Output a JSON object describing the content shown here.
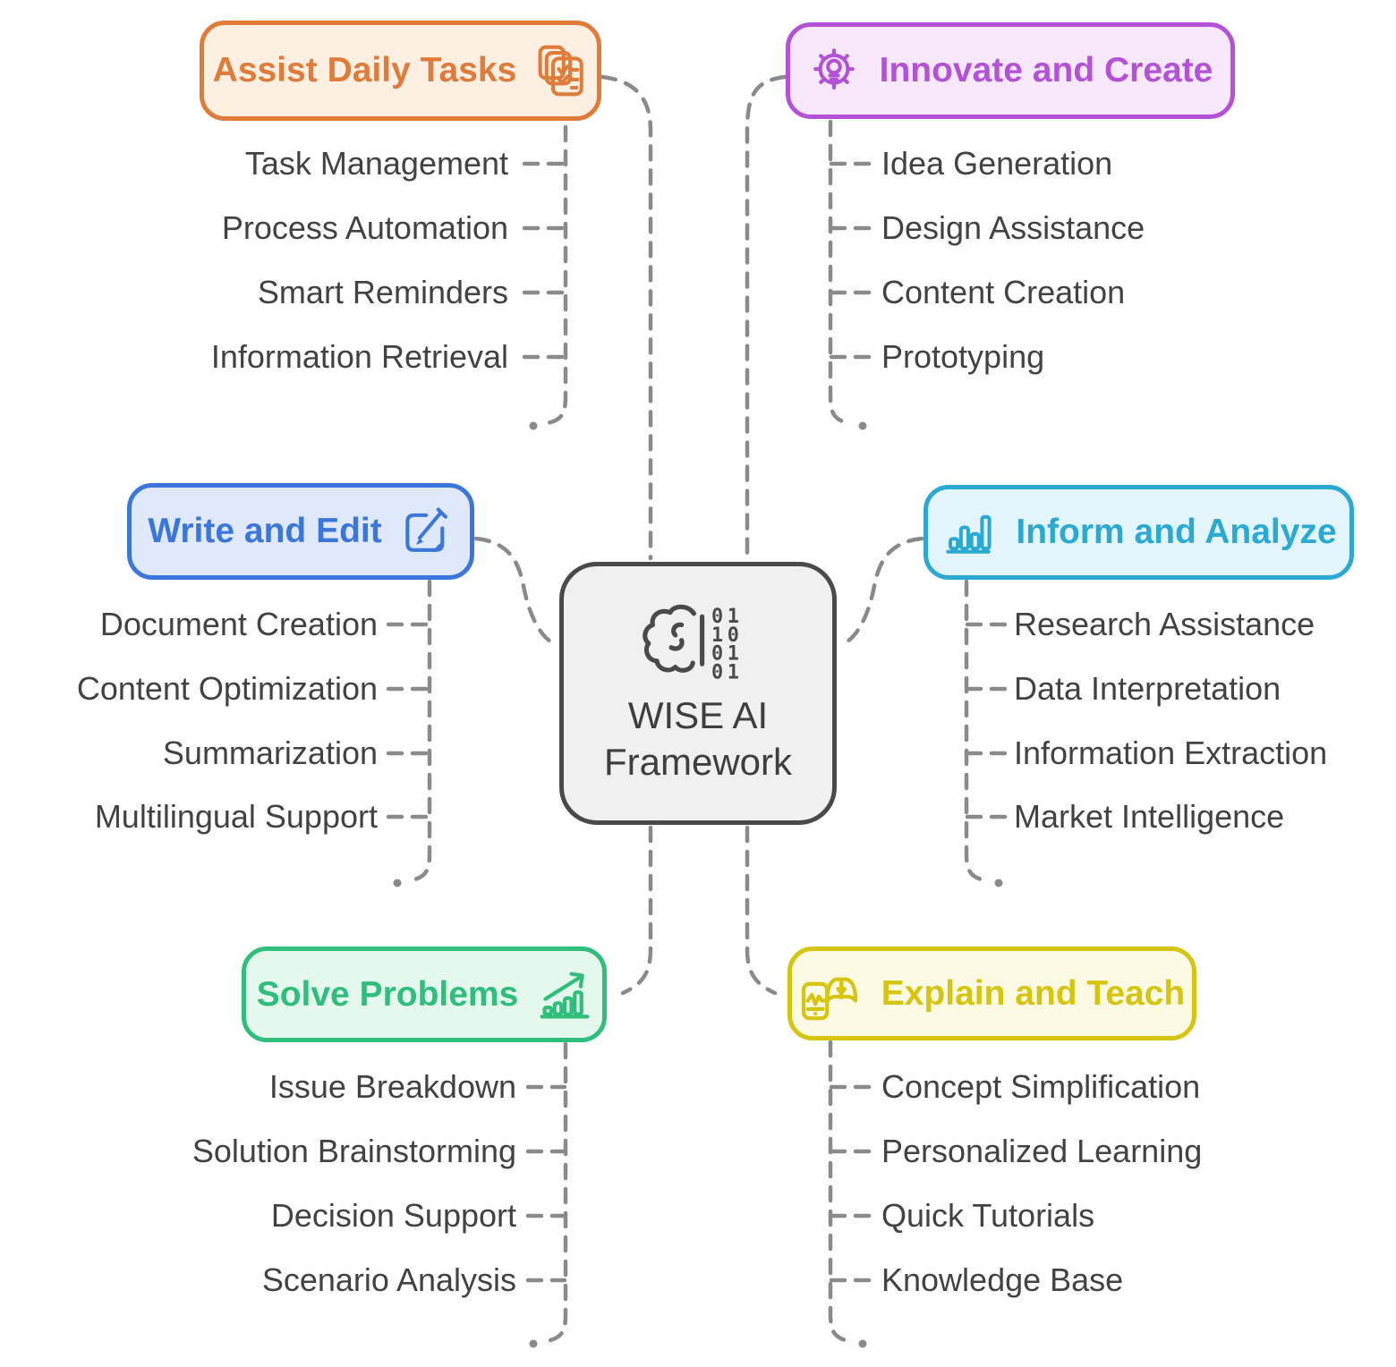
{
  "diagram": {
    "center": {
      "title_line1": "WISE AI",
      "title_line2": "Framework",
      "icon": "brain-binary-icon",
      "binary_rows": [
        "01",
        "10",
        "01",
        "01"
      ],
      "border_color": "#4A4A4A",
      "background": "#F0F0F0"
    },
    "connector_color": "#8A8A8A",
    "item_text_color": "#424242",
    "groups": [
      {
        "id": "assist-daily-tasks",
        "label": "Assist Daily Tasks",
        "icon": "tasks-checklist-icon",
        "accent": "#E07B39",
        "background": "#FDF0E3",
        "items": [
          "Task Management",
          "Process Automation",
          "Smart Reminders",
          "Information Retrieval"
        ]
      },
      {
        "id": "innovate-and-create",
        "label": "Innovate and Create",
        "icon": "gear-lightbulb-icon",
        "accent": "#B352D6",
        "background": "#F8E8FB",
        "items": [
          "Idea Generation",
          "Design Assistance",
          "Content Creation",
          "Prototyping"
        ]
      },
      {
        "id": "write-and-edit",
        "label": "Write and Edit",
        "icon": "pen-document-icon",
        "accent": "#3B77DB",
        "background": "#DFE9FB",
        "items": [
          "Document Creation",
          "Content Optimization",
          "Summarization",
          "Multilingual Support"
        ]
      },
      {
        "id": "inform-and-analyze",
        "label": "Inform and Analyze",
        "icon": "bar-chart-icon",
        "accent": "#2AA9D2",
        "background": "#E3F5FB",
        "items": [
          "Research Assistance",
          "Data Interpretation",
          "Information Extraction",
          "Market Intelligence"
        ]
      },
      {
        "id": "solve-problems",
        "label": "Solve Problems",
        "icon": "growth-chart-icon",
        "accent": "#2FBE7B",
        "background": "#E4F8ED",
        "items": [
          "Issue Breakdown",
          "Solution Brainstorming",
          "Decision Support",
          "Scenario Analysis"
        ]
      },
      {
        "id": "explain-and-teach",
        "label": "Explain and Teach",
        "icon": "phone-book-icon",
        "accent": "#D6C50F",
        "background": "#FCFAE3",
        "items": [
          "Concept Simplification",
          "Personalized Learning",
          "Quick Tutorials",
          "Knowledge Base"
        ]
      }
    ]
  }
}
